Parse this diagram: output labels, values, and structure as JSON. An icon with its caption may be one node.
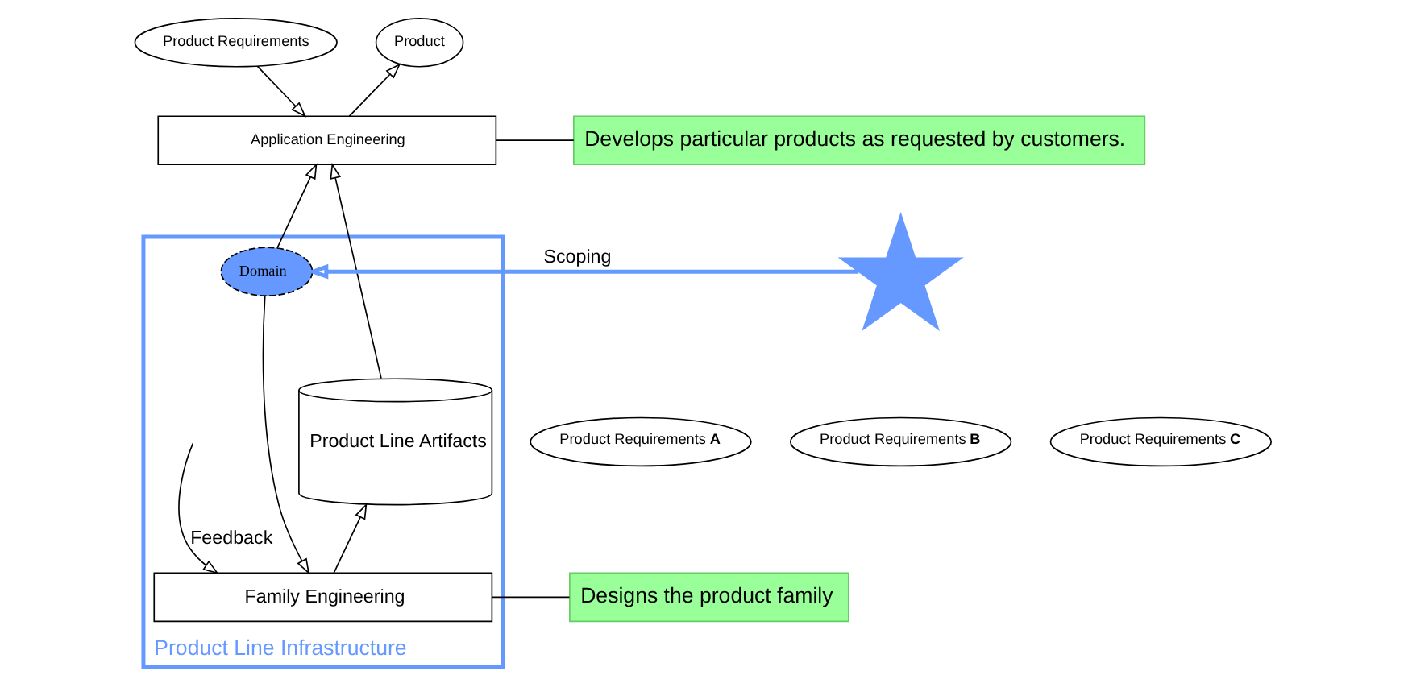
{
  "diagram": {
    "nodes": [
      {
        "text": [
          "Product Requirements"
        ]
      },
      {
        "text": [
          "Product"
        ]
      },
      {
        "text": [
          "Application Engineering"
        ]
      },
      {
        "text": [
          "Develops particular products as requested by customers."
        ]
      },
      {
        "text": [],
        "shape": "star"
      },
      {
        "text": [
          "Product Requirements **A**"
        ]
      },
      {
        "text": [
          "Product Requirements **B**"
        ]
      },
      {
        "text": [
          "Product Requirements **C**"
        ]
      },
      {
        "text": [
          "Product Line Infrastructure"
        ]
      },
      {
        "text": [
          "Domain"
        ],
        "in": 8
      },
      {
        "text": [
          "Product Line Artifacts"
        ],
        "in": 8
      },
      {
        "text": [
          "Family Engineering"
        ],
        "in": 8
      },
      {
        "text": [
          "Designs the product family"
        ]
      }
    ],
    "edges": [
      {
        "from": 0,
        "to": 2,
        "arrow": "to"
      },
      {
        "from": 2,
        "to": 1,
        "arrow": "to"
      },
      {
        "from": 3,
        "to": 2,
        "arrow": "none"
      },
      {
        "from": 9,
        "to": 2,
        "arrow": "to"
      },
      {
        "from": 10,
        "to": 2,
        "arrow": "to"
      },
      {
        "from": 4,
        "to": 9,
        "arrow": "to",
        "label": "Scoping",
        "style": "thick",
        "color": "#6699ff"
      },
      {
        "from": null,
        "to": 11,
        "arrow": "to",
        "label": "Feedback"
      },
      {
        "from": 9,
        "to": 11,
        "arrow": "to"
      },
      {
        "from": 11,
        "to": 10,
        "arrow": "to"
      },
      {
        "from": 12,
        "to": 11,
        "arrow": "none"
      }
    ]
  }
}
